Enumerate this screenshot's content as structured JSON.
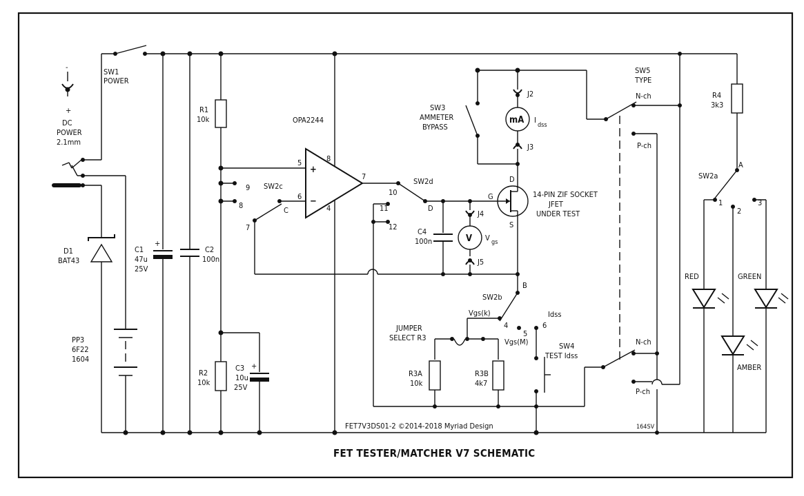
{
  "title": "FET TESTER/MATCHER V7 SCHEMATIC",
  "footer_left": "FET7V3DS01-2 ©2014-2018 Myriad Design",
  "footer_right": "164SV",
  "labels": {
    "sw1": "SW1",
    "sw1_desc": "POWER",
    "dc_minus": "-",
    "dc_plus": "+",
    "dc_l1": "DC",
    "dc_l2": "POWER",
    "dc_l3": "2.1mm",
    "d1": "D1",
    "d1_part": "BAT43",
    "pp3_l1": "PP3",
    "pp3_l2": "6F22",
    "pp3_l3": "1604",
    "c1": "C1",
    "c1_v": "47u",
    "c1_volt": "25V",
    "c2": "C2",
    "c2_v": "100n",
    "r1": "R1",
    "r1_v": "10k",
    "r2": "R2",
    "r2_v": "10k",
    "c3": "C3",
    "c3_v": "10u",
    "c3_volt": "25V",
    "opamp": "OPA2244",
    "sw2c": "SW2c",
    "sw2d": "SW2d",
    "sw3_l1": "SW3",
    "sw3_l2": "AMMETER",
    "sw3_l3": "BYPASS",
    "ammeter": "mA",
    "idss_main": "I",
    "idss_sub": "dss",
    "voltmeter": "V",
    "vgs_main": "V",
    "vgs_sub": "gs",
    "j2": "J2",
    "j3": "J3",
    "j4": "J4",
    "j5": "J5",
    "c4": "C4",
    "c4_v": "100n",
    "zif_l1": "14-PIN ZIF SOCKET",
    "zif_l2": "JFET",
    "zif_l3": "UNDER TEST",
    "pin_g": "G",
    "pin_d": "D",
    "pin_s": "S",
    "sw2b": "SW2b",
    "vgs_k": "Vgs(k)",
    "vgs_m": "Vgs(M)",
    "idss_pos": "Idss",
    "jumper_l1": "JUMPER",
    "jumper_l2": "SELECT R3",
    "r3a": "R3A",
    "r3a_v": "10k",
    "r3b": "R3B",
    "r3b_v": "4k7",
    "sw4_l1": "SW4",
    "sw4_l2": "TEST Idss",
    "sw5_l1": "SW5",
    "sw5_l2": "TYPE",
    "nch": "N-ch",
    "pch": "P-ch",
    "nch2": "N-ch",
    "pch2": "P-ch",
    "r4": "R4",
    "r4_v": "3k3",
    "sw2a": "SW2a",
    "led_red": "RED",
    "led_green": "GREEN",
    "led_amber": "AMBER"
  },
  "pins": {
    "p1": "1",
    "p2": "2",
    "p3": "3",
    "p4": "4",
    "p5": "5",
    "p6": "6",
    "p7": "7",
    "p8": "8",
    "p9": "9",
    "p10": "10",
    "p11": "11",
    "p12": "12",
    "pA": "A",
    "pB": "B",
    "pC": "C",
    "pD": "D",
    "op5": "5",
    "op6": "6",
    "op7": "7",
    "op8": "8",
    "op4": "4",
    "plus": "+",
    "minus": "−"
  }
}
